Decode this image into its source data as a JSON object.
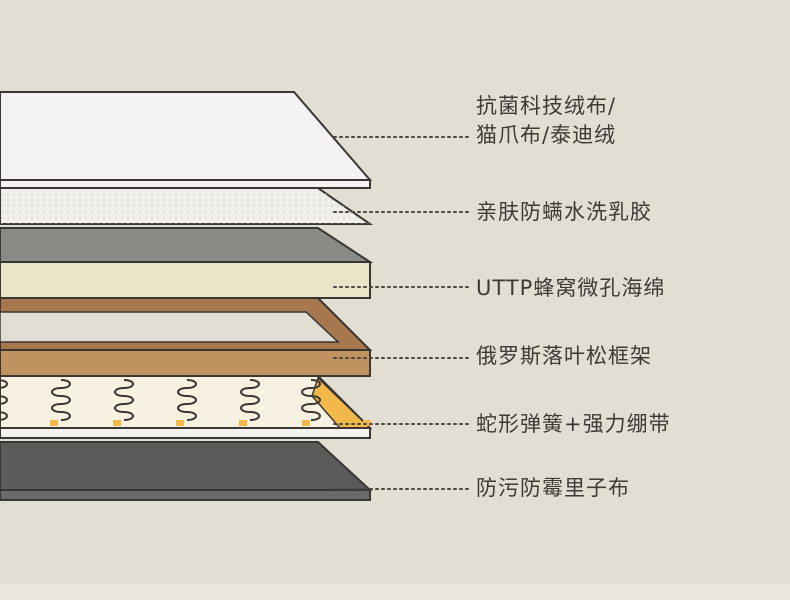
{
  "layers": [
    {
      "name": "top-fabric",
      "lines": [
        "抗菌科技绒布/",
        "猫爪布/泰迪绒"
      ]
    },
    {
      "name": "skin-friendly-fabric",
      "lines": [
        "亲肤防螨水洗乳胶"
      ]
    },
    {
      "name": "sponge",
      "lines": [
        "UTTP蜂窝微孔海绵"
      ]
    },
    {
      "name": "pine-frame",
      "lines": [
        "俄罗斯落叶松框架"
      ]
    },
    {
      "name": "spring-belt",
      "lines": [
        "蛇形弹簧+强力绷带"
      ]
    },
    {
      "name": "bottom-cloth",
      "lines": [
        "防污防霉里子布"
      ]
    }
  ],
  "colors": {
    "background": "#e3ded4",
    "outline": "#3a3633",
    "fabric": "#f4f3f1",
    "latex": "#f0efeb",
    "sponge_top": "#8a8a86",
    "sponge_side": "#ece4c8",
    "frame": "#a7774d",
    "frame_light": "#c0925f",
    "spring_fill": "#f7f1e2",
    "strap": "#f3b84a",
    "bottom_top": "#5b5b59",
    "bottom_side": "#6a6a68",
    "label_text": "#3e3a36",
    "leader": "#4a4642"
  }
}
